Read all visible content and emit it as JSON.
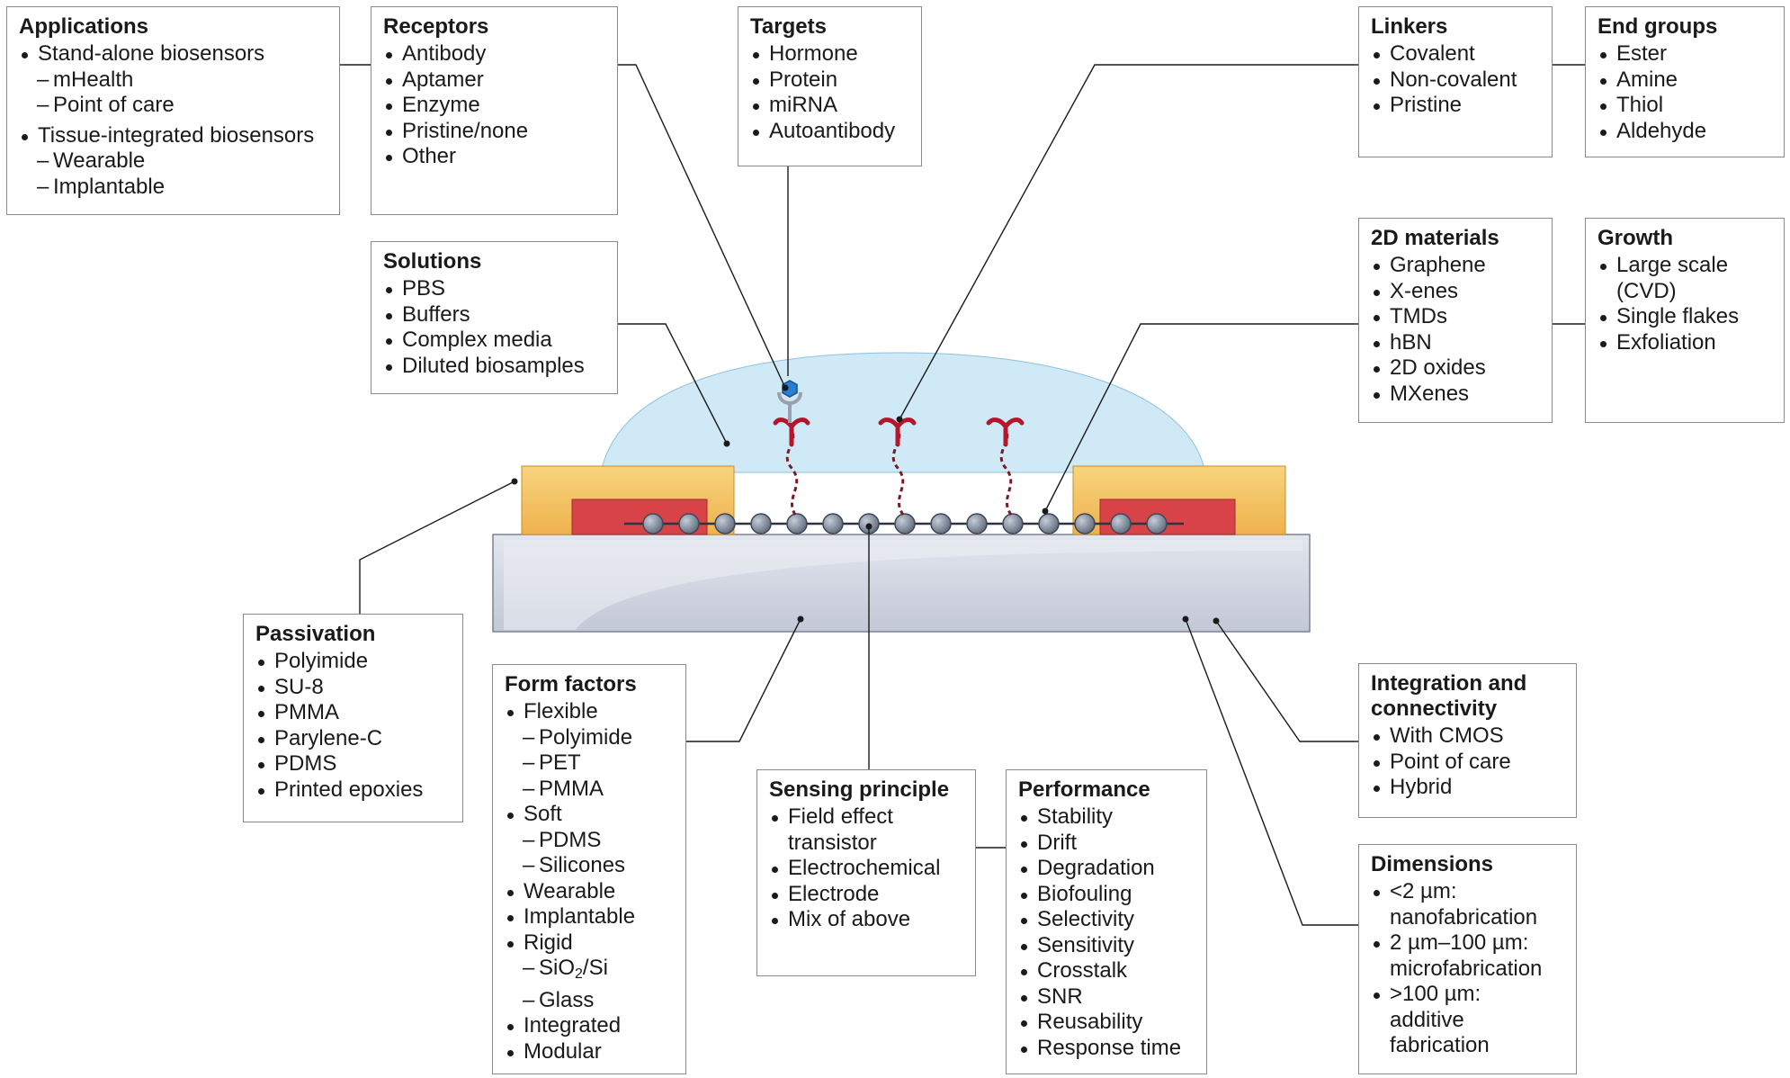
{
  "boxes": {
    "applications": {
      "title": "Applications",
      "items": [
        {
          "text": "Stand-alone biosensors",
          "level": 1
        },
        {
          "text": "mHealth",
          "level": 2
        },
        {
          "text": "Point of care",
          "level": 2
        },
        {
          "text": "Tissue-integrated biosensors",
          "level": 1
        },
        {
          "text": "Wearable",
          "level": 2
        },
        {
          "text": "Implantable",
          "level": 2
        }
      ]
    },
    "receptors": {
      "title": "Receptors",
      "items": [
        {
          "text": "Antibody",
          "level": 1
        },
        {
          "text": "Aptamer",
          "level": 1
        },
        {
          "text": "Enzyme",
          "level": 1
        },
        {
          "text": "Pristine/none",
          "level": 1
        },
        {
          "text": "Other",
          "level": 1
        }
      ]
    },
    "targets": {
      "title": "Targets",
      "items": [
        {
          "text": "Hormone",
          "level": 1
        },
        {
          "text": "Protein",
          "level": 1
        },
        {
          "text": "miRNA",
          "level": 1
        },
        {
          "text": "Autoantibody",
          "level": 1
        }
      ]
    },
    "linkers": {
      "title": "Linkers",
      "items": [
        {
          "text": "Covalent",
          "level": 1
        },
        {
          "text": "Non-covalent",
          "level": 1
        },
        {
          "text": "Pristine",
          "level": 1
        }
      ]
    },
    "end_groups": {
      "title": "End groups",
      "items": [
        {
          "text": "Ester",
          "level": 1
        },
        {
          "text": "Amine",
          "level": 1
        },
        {
          "text": "Thiol",
          "level": 1
        },
        {
          "text": "Aldehyde",
          "level": 1
        }
      ]
    },
    "solutions": {
      "title": "Solutions",
      "items": [
        {
          "text": "PBS",
          "level": 1
        },
        {
          "text": "Buffers",
          "level": 1
        },
        {
          "text": "Complex media",
          "level": 1
        },
        {
          "text": "Diluted biosamples",
          "level": 1
        }
      ]
    },
    "materials_2d": {
      "title": "2D materials",
      "items": [
        {
          "text": "Graphene",
          "level": 1
        },
        {
          "text": "X-enes",
          "level": 1
        },
        {
          "text": "TMDs",
          "level": 1
        },
        {
          "text": "hBN",
          "level": 1
        },
        {
          "text": "2D oxides",
          "level": 1
        },
        {
          "text": "MXenes",
          "level": 1
        }
      ]
    },
    "growth": {
      "title": "Growth",
      "items": [
        {
          "text": "Large scale",
          "level": 1
        },
        {
          "text": "(CVD)",
          "level": 3
        },
        {
          "text": "Single flakes",
          "level": 1
        },
        {
          "text": "Exfoliation",
          "level": 1
        }
      ]
    },
    "passivation": {
      "title": "Passivation",
      "items": [
        {
          "text": "Polyimide",
          "level": 1
        },
        {
          "text": "SU-8",
          "level": 1
        },
        {
          "text": "PMMA",
          "level": 1
        },
        {
          "text": "Parylene-C",
          "level": 1
        },
        {
          "text": "PDMS",
          "level": 1
        },
        {
          "text": "Printed epoxies",
          "level": 1
        }
      ]
    },
    "form_factors": {
      "title": "Form factors",
      "items": [
        {
          "text": "Flexible",
          "level": 1
        },
        {
          "text": "Polyimide",
          "level": 2
        },
        {
          "text": "PET",
          "level": 2
        },
        {
          "text": "PMMA",
          "level": 2
        },
        {
          "text": "Soft",
          "level": 1
        },
        {
          "text": "PDMS",
          "level": 2
        },
        {
          "text": "Silicones",
          "level": 2
        },
        {
          "text": "Wearable",
          "level": 1
        },
        {
          "text": "Implantable",
          "level": 1
        },
        {
          "text": "Rigid",
          "level": 1
        },
        {
          "text": "SiO",
          "sub": "2",
          "after": "/Si",
          "level": 2
        },
        {
          "text": "Glass",
          "level": 2
        },
        {
          "text": "Integrated",
          "level": 1
        },
        {
          "text": "Modular",
          "level": 1
        }
      ]
    },
    "sensing_principle": {
      "title": "Sensing principle",
      "items": [
        {
          "text": "Field effect",
          "level": 1
        },
        {
          "text": "transistor",
          "level": 3
        },
        {
          "text": "Electrochemical",
          "level": 1
        },
        {
          "text": "Electrode",
          "level": 1
        },
        {
          "text": "Mix of above",
          "level": 1
        }
      ]
    },
    "performance": {
      "title": "Performance",
      "items": [
        {
          "text": "Stability",
          "level": 1
        },
        {
          "text": "Drift",
          "level": 1
        },
        {
          "text": "Degradation",
          "level": 1
        },
        {
          "text": "Biofouling",
          "level": 1
        },
        {
          "text": "Selectivity",
          "level": 1
        },
        {
          "text": "Sensitivity",
          "level": 1
        },
        {
          "text": "Crosstalk",
          "level": 1
        },
        {
          "text": "SNR",
          "level": 1
        },
        {
          "text": "Reusability",
          "level": 1
        },
        {
          "text": "Response time",
          "level": 1
        }
      ]
    },
    "integration": {
      "title": "Integration and connectivity",
      "items": [
        {
          "text": "With CMOS",
          "level": 1
        },
        {
          "text": "Point of care",
          "level": 1
        },
        {
          "text": "Hybrid",
          "level": 1
        }
      ]
    },
    "dimensions": {
      "title": "Dimensions",
      "items": [
        {
          "text": "<2 µm:",
          "level": 1
        },
        {
          "text": "nanofabrication",
          "level": 3
        },
        {
          "text": "2 µm–100 µm:",
          "level": 1
        },
        {
          "text": "microfabrication",
          "level": 3
        },
        {
          "text": ">100 µm:",
          "level": 1
        },
        {
          "text": "additive",
          "level": 3
        },
        {
          "text": "fabrication",
          "level": 3
        }
      ]
    }
  },
  "colors": {
    "substrate": "#cdd2df",
    "droplet": "#cfe9f7",
    "contact_gold": "#f4c35f",
    "contact_red": "#d84348",
    "atom": "#7a8596",
    "receptor": "#b5162b",
    "target": "#2b7fd0",
    "leader_line": "#1a1a1a"
  }
}
